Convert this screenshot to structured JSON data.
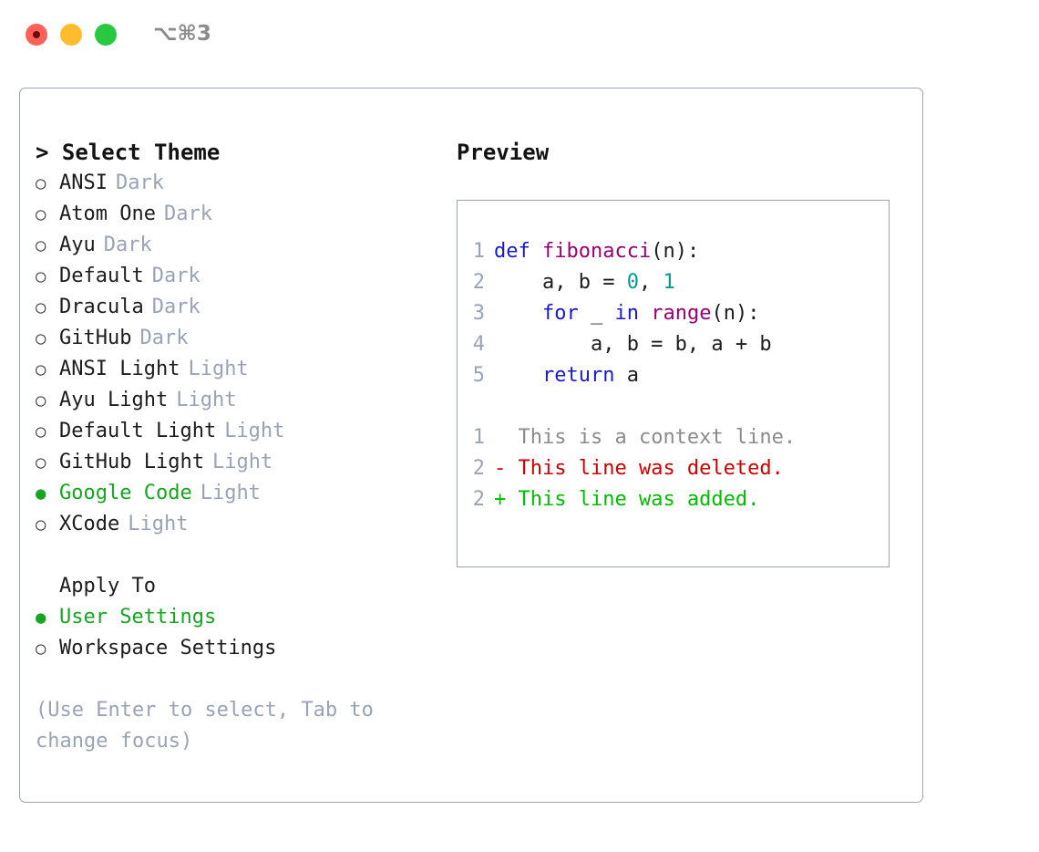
{
  "window": {
    "shortcut_label": "⌥⌘3",
    "traffic_lights": [
      "close",
      "minimize",
      "zoom"
    ]
  },
  "theme_picker": {
    "header": "> Select Theme",
    "prompt_marker": ">",
    "radio_unselected": "○",
    "radio_selected": "●",
    "accent_color": "#16a520",
    "muted_color": "#9aa3b4",
    "items": [
      {
        "label": "ANSI",
        "suffix": "Dark",
        "selected": false
      },
      {
        "label": "Atom One",
        "suffix": "Dark",
        "selected": false
      },
      {
        "label": "Ayu",
        "suffix": "Dark",
        "selected": false
      },
      {
        "label": "Default",
        "suffix": "Dark",
        "selected": false
      },
      {
        "label": "Dracula",
        "suffix": "Dark",
        "selected": false
      },
      {
        "label": "GitHub",
        "suffix": "Dark",
        "selected": false
      },
      {
        "label": "ANSI Light",
        "suffix": "Light",
        "selected": false
      },
      {
        "label": "Ayu Light",
        "suffix": "Light",
        "selected": false
      },
      {
        "label": "Default Light",
        "suffix": "Light",
        "selected": false
      },
      {
        "label": "GitHub Light",
        "suffix": "Light",
        "selected": false
      },
      {
        "label": "Google Code",
        "suffix": "Light",
        "selected": true
      },
      {
        "label": "XCode",
        "suffix": "Light",
        "selected": false
      }
    ]
  },
  "apply_to": {
    "header": "Apply To",
    "items": [
      {
        "label": "User Settings",
        "selected": true
      },
      {
        "label": "Workspace Settings",
        "selected": false
      }
    ]
  },
  "hint": "(Use Enter to select, Tab to change focus)",
  "preview": {
    "title": "Preview",
    "code_lines": [
      {
        "number": "1",
        "tokens": [
          {
            "text": "def ",
            "type": "keyword"
          },
          {
            "text": "fibonacci",
            "type": "function"
          },
          {
            "text": "(n):",
            "type": "plain"
          }
        ]
      },
      {
        "number": "2",
        "tokens": [
          {
            "text": "    a, b = ",
            "type": "plain"
          },
          {
            "text": "0",
            "type": "number"
          },
          {
            "text": ", ",
            "type": "plain"
          },
          {
            "text": "1",
            "type": "number"
          }
        ]
      },
      {
        "number": "3",
        "tokens": [
          {
            "text": "    ",
            "type": "plain"
          },
          {
            "text": "for",
            "type": "keyword"
          },
          {
            "text": " _ ",
            "type": "plain"
          },
          {
            "text": "in",
            "type": "keyword"
          },
          {
            "text": " ",
            "type": "plain"
          },
          {
            "text": "range",
            "type": "function"
          },
          {
            "text": "(n):",
            "type": "plain"
          }
        ]
      },
      {
        "number": "4",
        "tokens": [
          {
            "text": "        a, b = b, a + b",
            "type": "plain"
          }
        ]
      },
      {
        "number": "5",
        "tokens": [
          {
            "text": "    ",
            "type": "plain"
          },
          {
            "text": "return",
            "type": "keyword"
          },
          {
            "text": " a",
            "type": "plain"
          }
        ]
      }
    ],
    "diff_lines": [
      {
        "number": "1",
        "marker": " ",
        "text": "This is a context line.",
        "kind": "context"
      },
      {
        "number": "2",
        "marker": "-",
        "text": "This line was deleted.",
        "kind": "deleted"
      },
      {
        "number": "2",
        "marker": "+",
        "text": "This line was added.",
        "kind": "added"
      }
    ]
  }
}
